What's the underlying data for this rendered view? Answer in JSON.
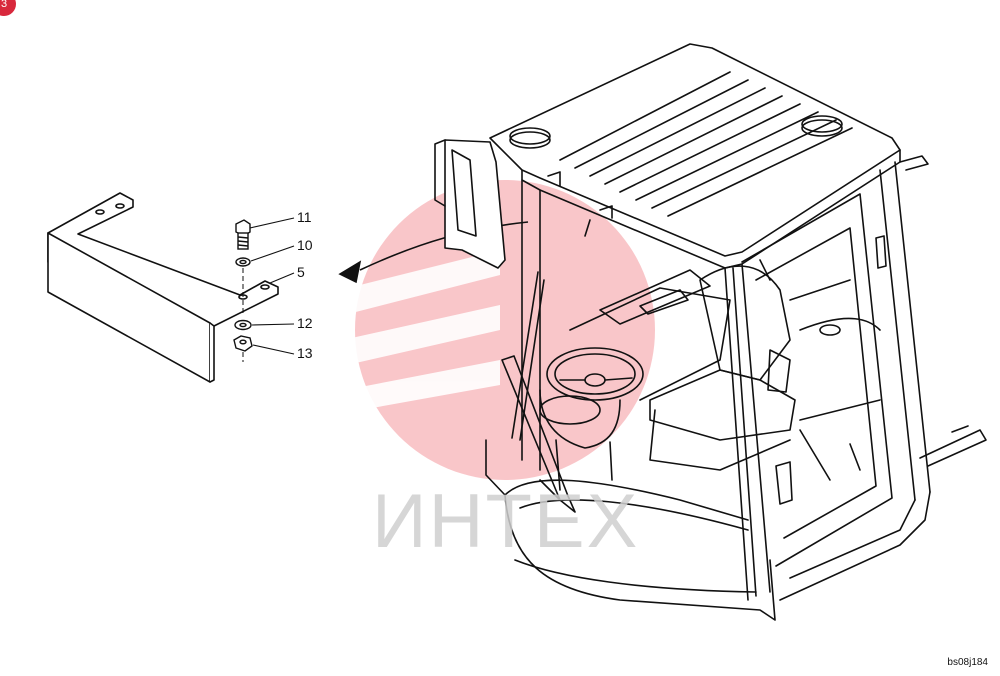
{
  "corner_badge": "3",
  "callouts": {
    "c11": "11",
    "c10": "10",
    "c5": "5",
    "c12": "12",
    "c13": "13"
  },
  "drawing_code": "bs08j184",
  "watermark": "ИНТЕХ",
  "colors": {
    "line": "#111111",
    "watermark_red": "#e8323c",
    "watermark_gray": "#c8c8c8",
    "badge": "#d8283c"
  },
  "icons": [
    "bolt-icon",
    "washer-icon",
    "nut-icon",
    "arrow-left-icon"
  ]
}
